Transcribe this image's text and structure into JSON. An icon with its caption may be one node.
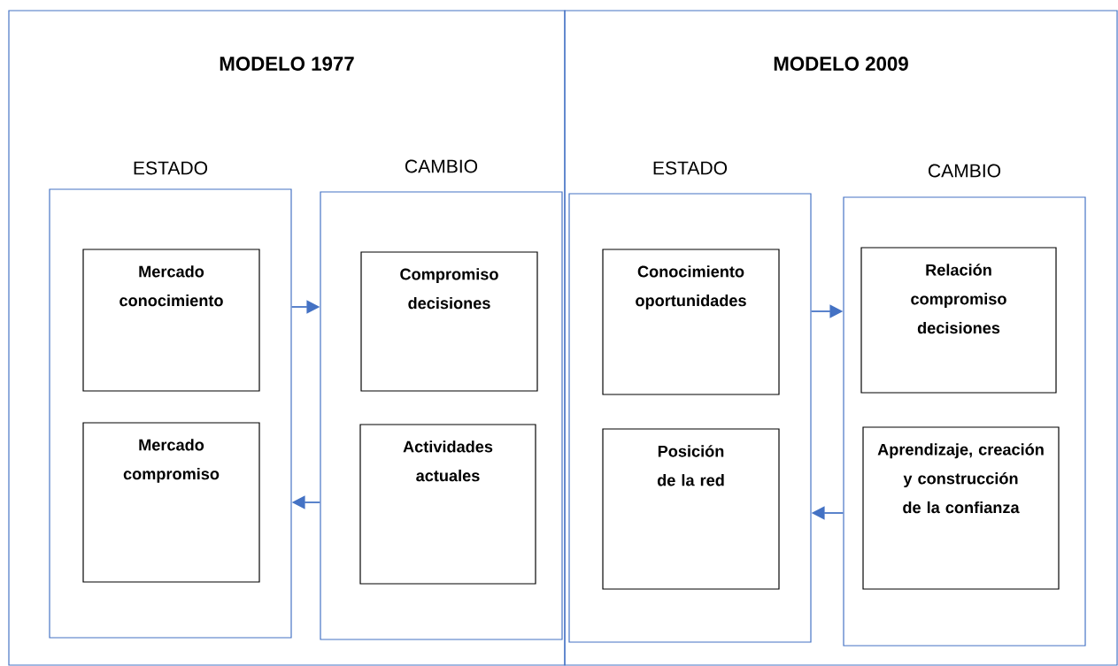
{
  "diagram": {
    "nodes": [
      {
        "text": [
          "MODELO 1977"
        ]
      },
      {
        "text": [
          "ESTADO"
        ],
        "in": 0
      },
      {
        "text": [
          "Mercado conocimiento"
        ],
        "in": 1
      },
      {
        "text": [
          "Mercado compromiso"
        ],
        "in": 1
      },
      {
        "text": [
          "CAMBIO"
        ],
        "in": 0
      },
      {
        "text": [
          "Compromiso decisiones"
        ],
        "in": 4
      },
      {
        "text": [
          "Actividades actuales"
        ],
        "in": 4
      },
      {
        "text": [
          "MODELO 2009"
        ]
      },
      {
        "text": [
          "ESTADO"
        ],
        "in": 7
      },
      {
        "text": [
          "Conocimiento oportunidades"
        ],
        "in": 8
      },
      {
        "text": [
          "Posición de la red"
        ],
        "in": 8
      },
      {
        "text": [
          "CAMBIO"
        ],
        "in": 7
      },
      {
        "text": [
          "Relación compromiso decisiones"
        ],
        "in": 11
      },
      {
        "text": [
          "Aprendizaje, creación y construcción de la confianza"
        ],
        "in": 11
      }
    ],
    "edges": [
      {
        "from": 1,
        "to": 4,
        "arrow": "to"
      },
      {
        "from": 4,
        "to": 1,
        "arrow": "to"
      },
      {
        "from": 8,
        "to": 11,
        "arrow": "to"
      },
      {
        "from": 11,
        "to": 8,
        "arrow": "to"
      }
    ]
  }
}
